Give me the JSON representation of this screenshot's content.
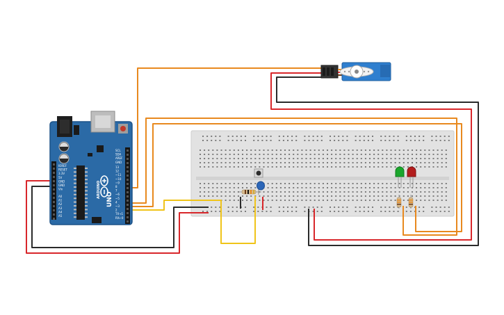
{
  "arduino": {
    "power_labels": [
      "IOREF",
      "RESET",
      "3.3V",
      "5V",
      "GND",
      "GND",
      "Vin"
    ],
    "analog_labels": [
      "A0",
      "A1",
      "A2",
      "A3",
      "A4",
      "A5"
    ],
    "top_labels": [
      "SCL",
      "SDA",
      "AREF",
      "GND"
    ],
    "digital_labels": [
      "13",
      "12",
      "~11",
      "~10",
      "~9",
      "8",
      "7",
      "~6",
      "~5",
      "4",
      "~3",
      "2",
      "TX→1",
      "RX←0"
    ],
    "logo": "UNO",
    "brand": "ARDUINO"
  },
  "colors": {
    "board": "#2b6aa6",
    "board_edge": "#1d5287",
    "breadboard": "#e0e0e0",
    "breadboard_rail": "#cfcfcf",
    "hole": "#7c7c7c",
    "wire_orange": "#e8891e",
    "wire_yellow": "#f0c419",
    "wire_red": "#d8262a",
    "wire_black": "#2a2a2a",
    "led_green": "#1aa62c",
    "led_red": "#b31d1d",
    "servo": "#2f7fcf",
    "button_cap": "#2c66b8"
  }
}
